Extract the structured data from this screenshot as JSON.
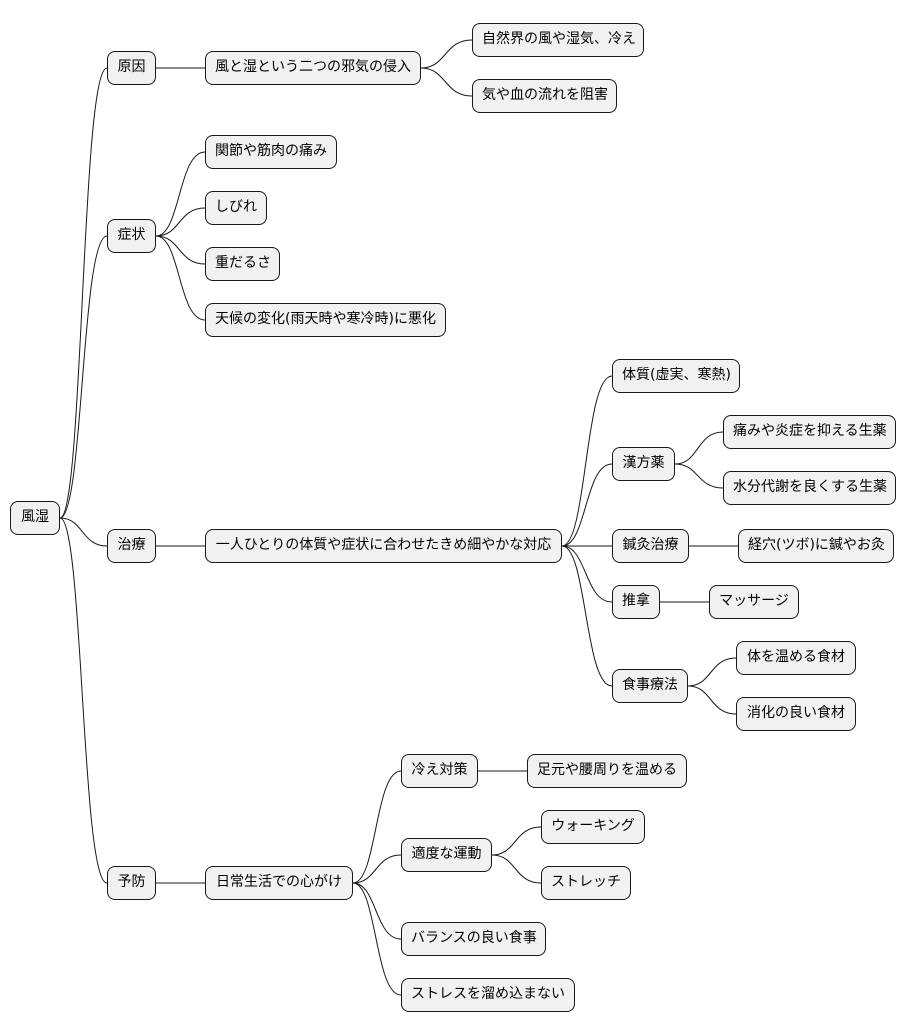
{
  "mindmap": {
    "root": {
      "label": "風湿",
      "children": [
        {
          "label": "原因",
          "children": [
            {
              "label": "風と湿という二つの邪気の侵入",
              "children": [
                {
                  "label": "自然界の風や湿気、冷え"
                },
                {
                  "label": "気や血の流れを阻害"
                }
              ]
            }
          ]
        },
        {
          "label": "症状",
          "children": [
            {
              "label": "関節や筋肉の痛み"
            },
            {
              "label": "しびれ"
            },
            {
              "label": "重だるさ"
            },
            {
              "label": "天候の変化(雨天時や寒冷時)に悪化"
            }
          ]
        },
        {
          "label": "治療",
          "children": [
            {
              "label": "一人ひとりの体質や症状に合わせたきめ細やかな対応",
              "children": [
                {
                  "label": "体質(虚実、寒熱)"
                },
                {
                  "label": "漢方薬",
                  "children": [
                    {
                      "label": "痛みや炎症を抑える生薬"
                    },
                    {
                      "label": "水分代謝を良くする生薬"
                    }
                  ]
                },
                {
                  "label": "鍼灸治療",
                  "children": [
                    {
                      "label": "経穴(ツボ)に鍼やお灸"
                    }
                  ]
                },
                {
                  "label": "推拿",
                  "children": [
                    {
                      "label": "マッサージ"
                    }
                  ]
                },
                {
                  "label": "食事療法",
                  "children": [
                    {
                      "label": "体を温める食材"
                    },
                    {
                      "label": "消化の良い食材"
                    }
                  ]
                }
              ]
            }
          ]
        },
        {
          "label": "予防",
          "children": [
            {
              "label": "日常生活での心がけ",
              "children": [
                {
                  "label": "冷え対策",
                  "children": [
                    {
                      "label": "足元や腰周りを温める"
                    }
                  ]
                },
                {
                  "label": "適度な運動",
                  "children": [
                    {
                      "label": "ウォーキング"
                    },
                    {
                      "label": "ストレッチ"
                    }
                  ]
                },
                {
                  "label": "バランスの良い食事"
                },
                {
                  "label": "ストレスを溜め込まない"
                }
              ]
            }
          ]
        }
      ]
    }
  }
}
